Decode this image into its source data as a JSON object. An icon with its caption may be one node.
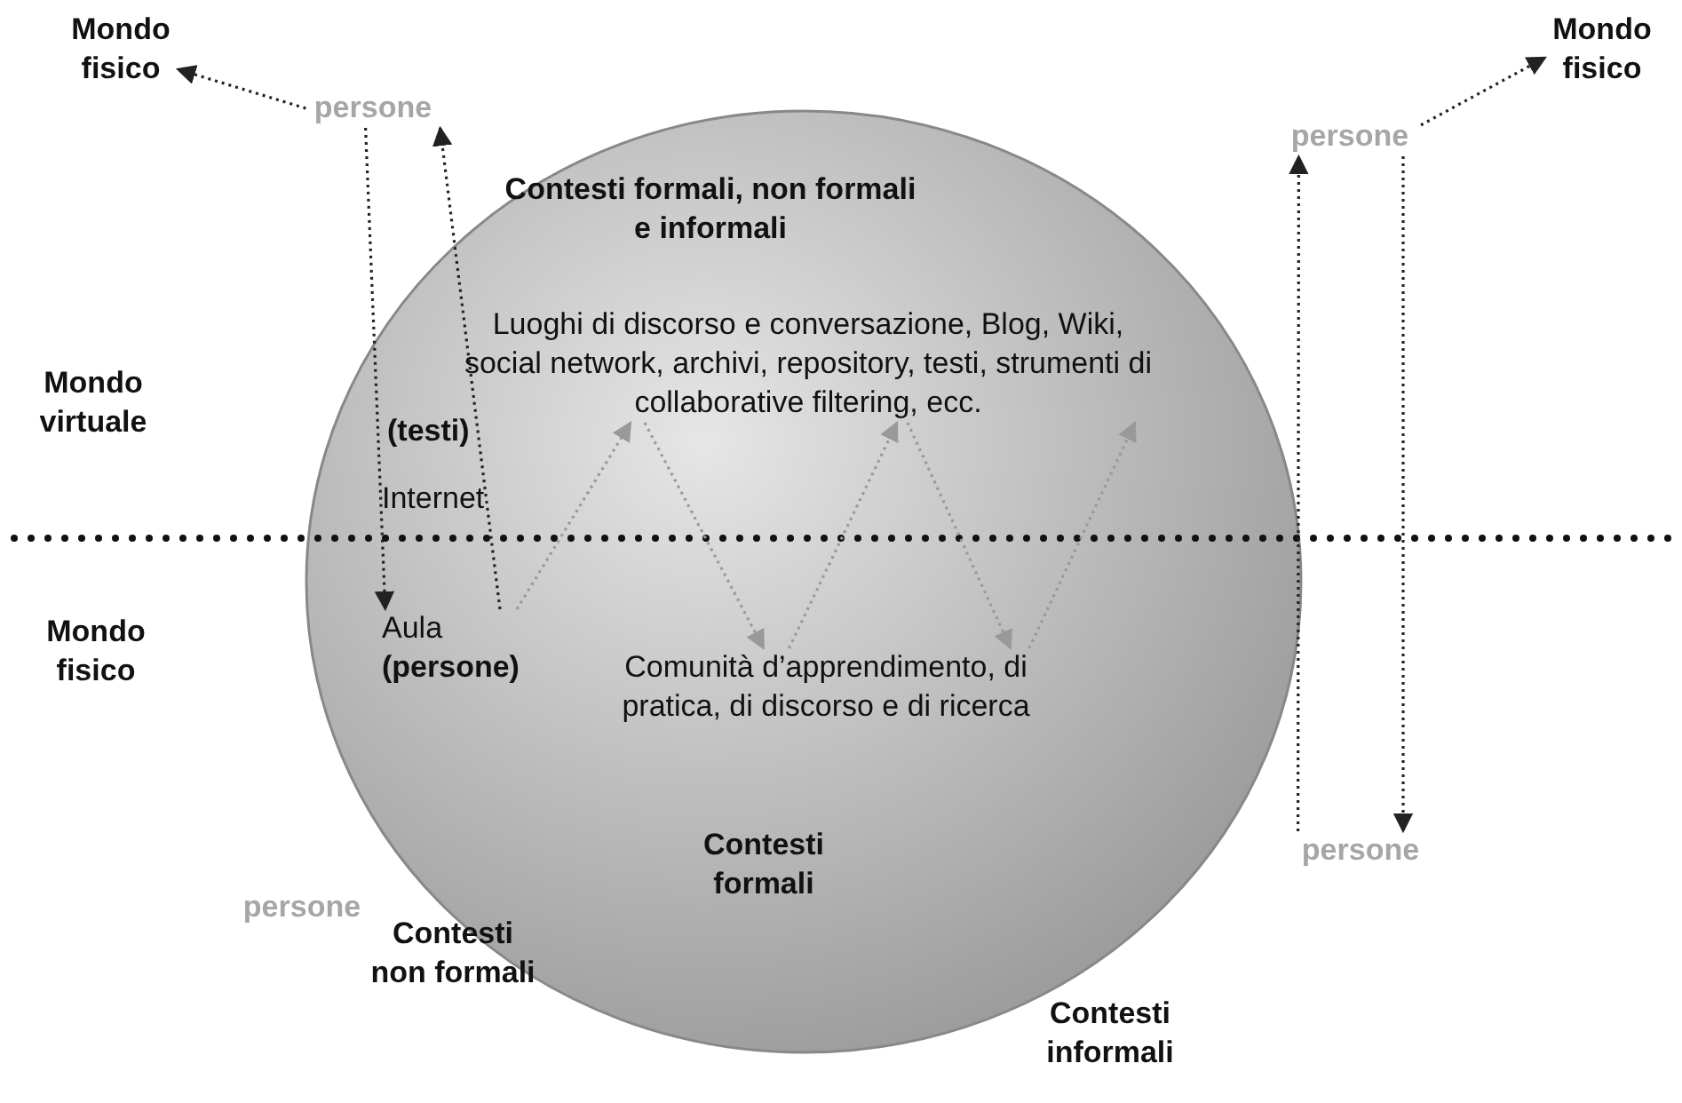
{
  "diagram": {
    "nodes": [
      {
        "text": [
          "Mondo fisico"
        ]
      },
      {
        "text": [
          "Mondo fisico"
        ]
      },
      {
        "text": [
          "persone"
        ]
      },
      {
        "text": [
          "Contesti formali, non formali e informali",
          "Contesti formali"
        ]
      },
      {
        "text": [
          "persone"
        ]
      },
      {
        "text": [
          "Luoghi di discorso e conversazione, Blog, Wiki, social network, archivi, repository, testi, strumenti di collaborative filtering, ecc."
        ],
        "in": 3
      },
      {
        "text": [
          "Aula",
          "(persone)"
        ],
        "in": 3
      },
      {
        "text": [
          "Comunità d’apprendimento, di pratica, di discorso e di ricerca"
        ],
        "in": 3
      },
      {
        "text": [
          "persone"
        ]
      }
    ],
    "edges": [
      {
        "from": 2,
        "to": 0,
        "arrow": "to"
      },
      {
        "from": 4,
        "to": 1,
        "arrow": "to"
      },
      {
        "from": 2,
        "to": 6,
        "arrow": "to"
      },
      {
        "from": 6,
        "to": 2,
        "arrow": "to"
      },
      {
        "from": 6,
        "to": 5,
        "arrow": "to",
        "color": "#999999"
      },
      {
        "from": 5,
        "to": 7,
        "arrow": "to",
        "color": "#999999"
      },
      {
        "from": 7,
        "to": 5,
        "arrow": "to",
        "color": "#999999"
      },
      {
        "from": 5,
        "to": 7,
        "arrow": "to",
        "color": "#999999"
      },
      {
        "from": 7,
        "to": 5,
        "arrow": "to",
        "color": "#999999"
      },
      {
        "from": 8,
        "to": 4,
        "arrow": "to"
      },
      {
        "from": 4,
        "to": 8,
        "arrow": "to"
      }
    ],
    "labels": [
      "Mondo virtuale",
      "(testi)",
      "Internet",
      "Mondo fisico",
      "persone",
      "Contesti non formali",
      "Contesti informali"
    ]
  }
}
